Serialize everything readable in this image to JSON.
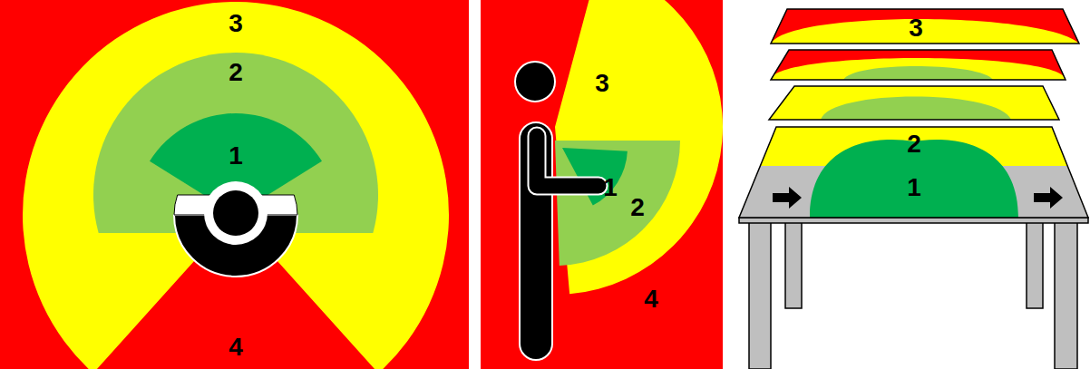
{
  "diagram": {
    "labels": [
      "3",
      "2",
      "1",
      "4",
      "3",
      "1",
      "2",
      "4",
      "3",
      "2",
      "1"
    ]
  }
}
